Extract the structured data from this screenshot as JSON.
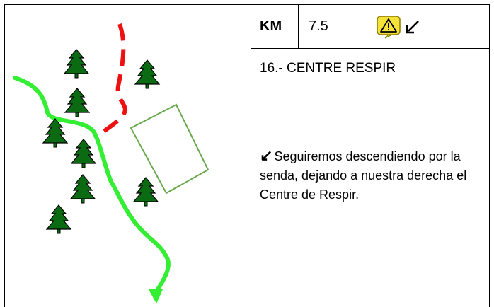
{
  "header": {
    "km_label": "KM",
    "km_value": "7.5",
    "warning_icon": "warning-sign-icon",
    "direction_icon": "arrow-down-left-icon"
  },
  "waypoint": {
    "title": "16.- CENTRE RESPIR",
    "description_arrow": "↙",
    "description": "Seguiremos descendiendo por la senda, dejando a nuestra derecha el Centre de Respir."
  },
  "map": {
    "route_color": "#33ee33",
    "alternate_path_color": "#ee1111",
    "building_outline_color": "#6aa84f",
    "tree_color": "#0b6b12",
    "warning_color": "#f5e13a"
  }
}
